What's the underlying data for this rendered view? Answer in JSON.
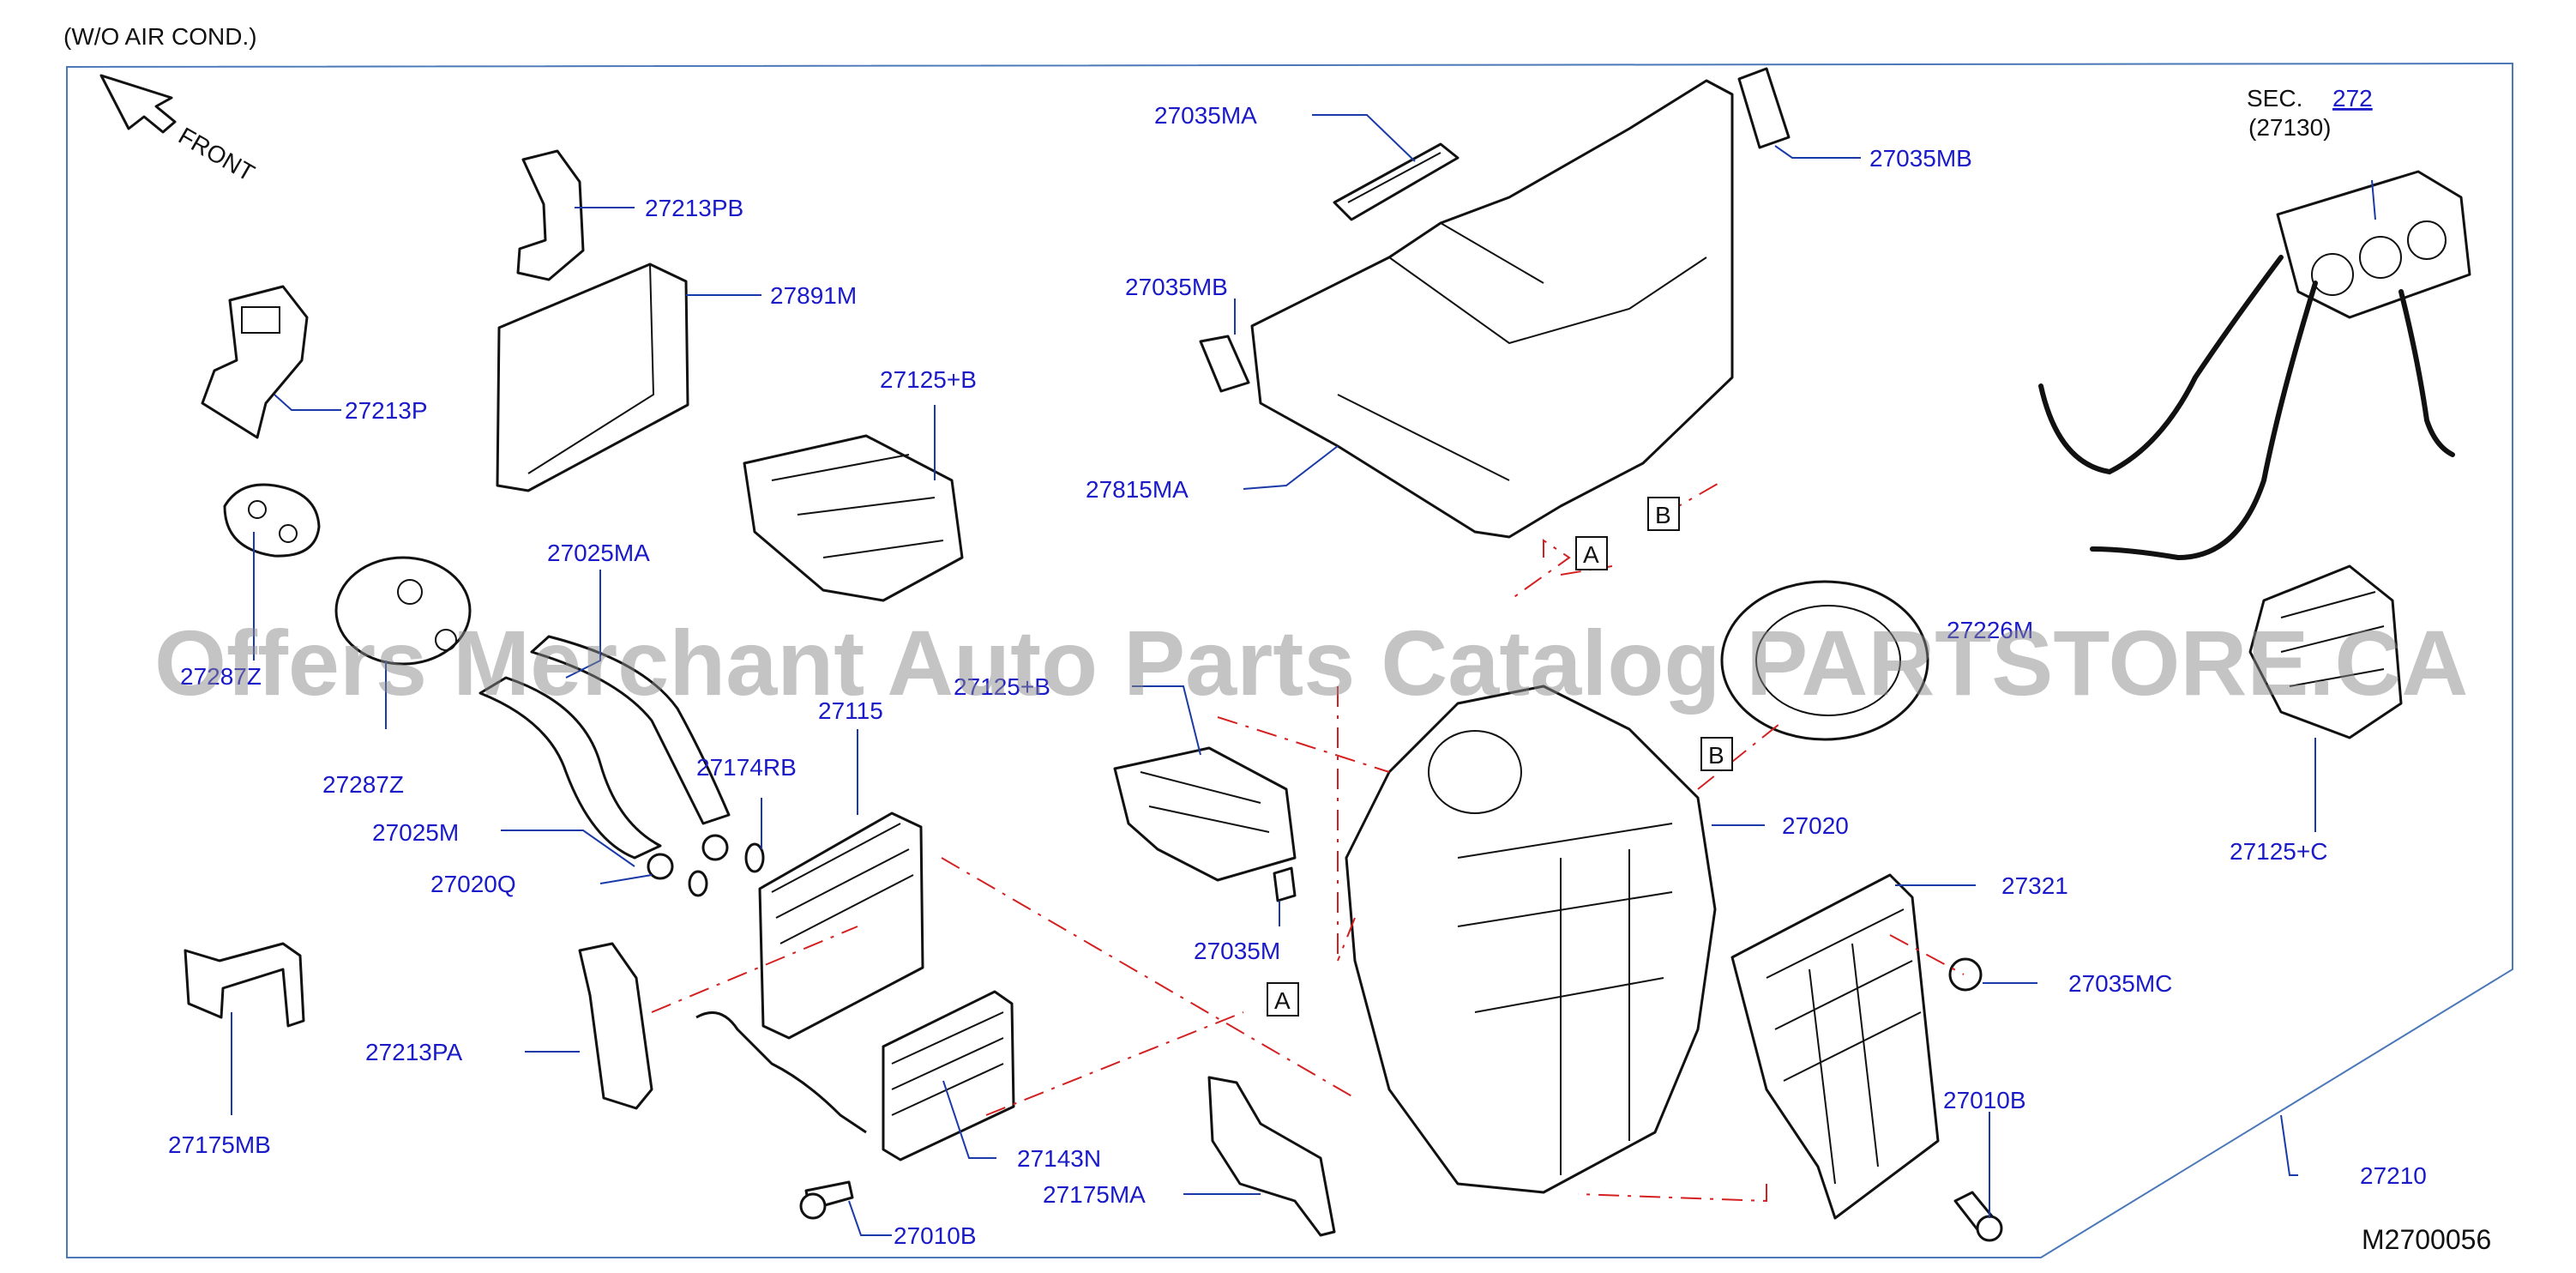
{
  "header": {
    "note": "(W/O   AIR   COND.)"
  },
  "front_label": "FRONT",
  "diagram_code": "M2700056",
  "section_ref": {
    "prefix": "SEC.",
    "number": "272",
    "sub": "(27130)"
  },
  "watermark": "Offers Merchant Auto Parts Catalog PARTSTORE.CA",
  "view_markers": {
    "a": "A",
    "b": "B"
  },
  "parts": {
    "p27035MA": "27035MA",
    "p27035MB_top": "27035MB",
    "p27035MB_left": "27035MB",
    "p27815MA": "27815MA",
    "p27213PB": "27213PB",
    "p27891M": "27891M",
    "p27213P": "27213P",
    "p27125B": "27125+B",
    "p27025MA": "27025MA",
    "p27287Z_a": "27287Z",
    "p27287Z_b": "27287Z",
    "p27115": "27115",
    "p27174RB": "27174RB",
    "p27025M": "27025M",
    "p27020Q": "27020Q",
    "p27175MB": "27175MB",
    "p27213PA": "27213PA",
    "p27143N": "27143N",
    "p27010B_a": "27010B",
    "p27175MA": "27175MA",
    "p27035M": "27035M",
    "p27020": "27020",
    "p27321": "27321",
    "p27035MC": "27035MC",
    "p27010B_b": "27010B",
    "p27210": "27210",
    "p27125C": "27125+C",
    "p27226M": "27226M",
    "p27125A": "27125+B"
  }
}
